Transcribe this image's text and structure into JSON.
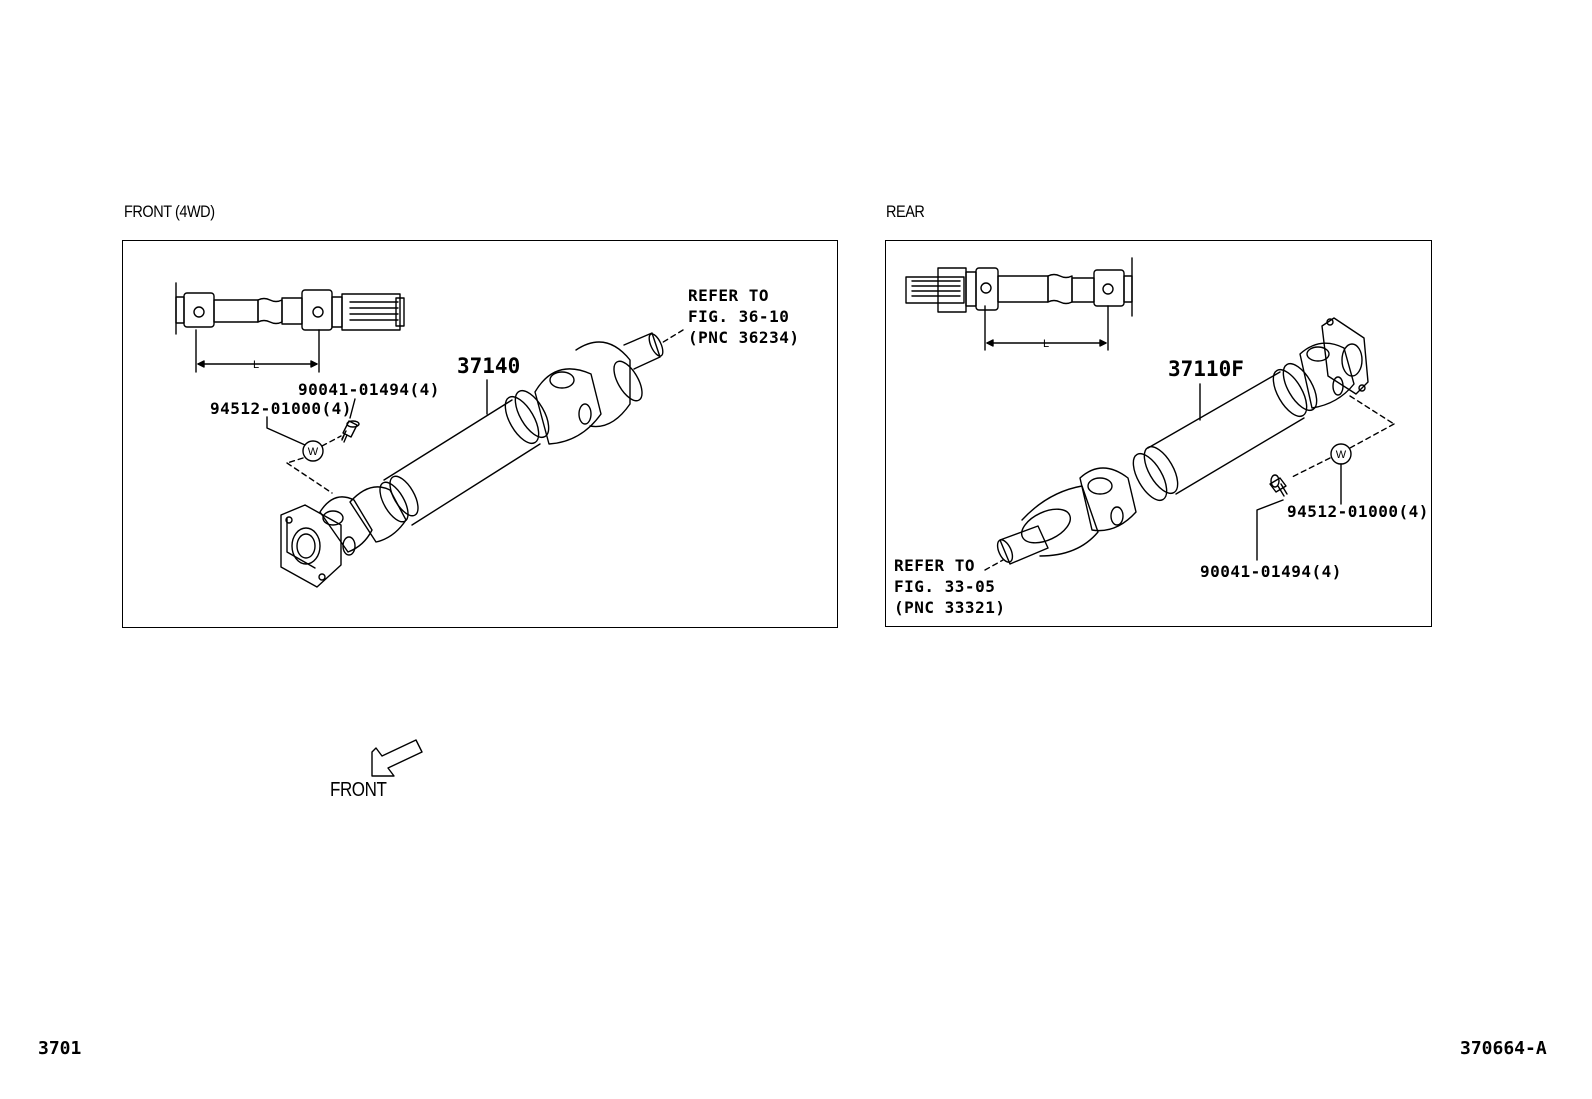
{
  "sections": {
    "front": {
      "label": "FRONT (4WD)",
      "part_number": "37140",
      "callouts": {
        "bolt": "90041-01494(4)",
        "washer": "94512-01000(4)",
        "refer_line1": "REFER TO",
        "refer_line2": "FIG. 36-10",
        "refer_line3": "(PNC 36234)"
      },
      "dimension_label": "L",
      "washer_marker": "W"
    },
    "rear": {
      "label": "REAR",
      "part_number": "37110F",
      "callouts": {
        "washer": "94512-01000(4)",
        "bolt": "90041-01494(4)",
        "refer_line1": "REFER TO",
        "refer_line2": "FIG. 33-05",
        "refer_line3": "(PNC 33321)"
      },
      "dimension_label": "L",
      "washer_marker": "W"
    }
  },
  "direction_label": "FRONT",
  "footer": {
    "figure_number": "3701",
    "illustration_id": "370664-A"
  }
}
